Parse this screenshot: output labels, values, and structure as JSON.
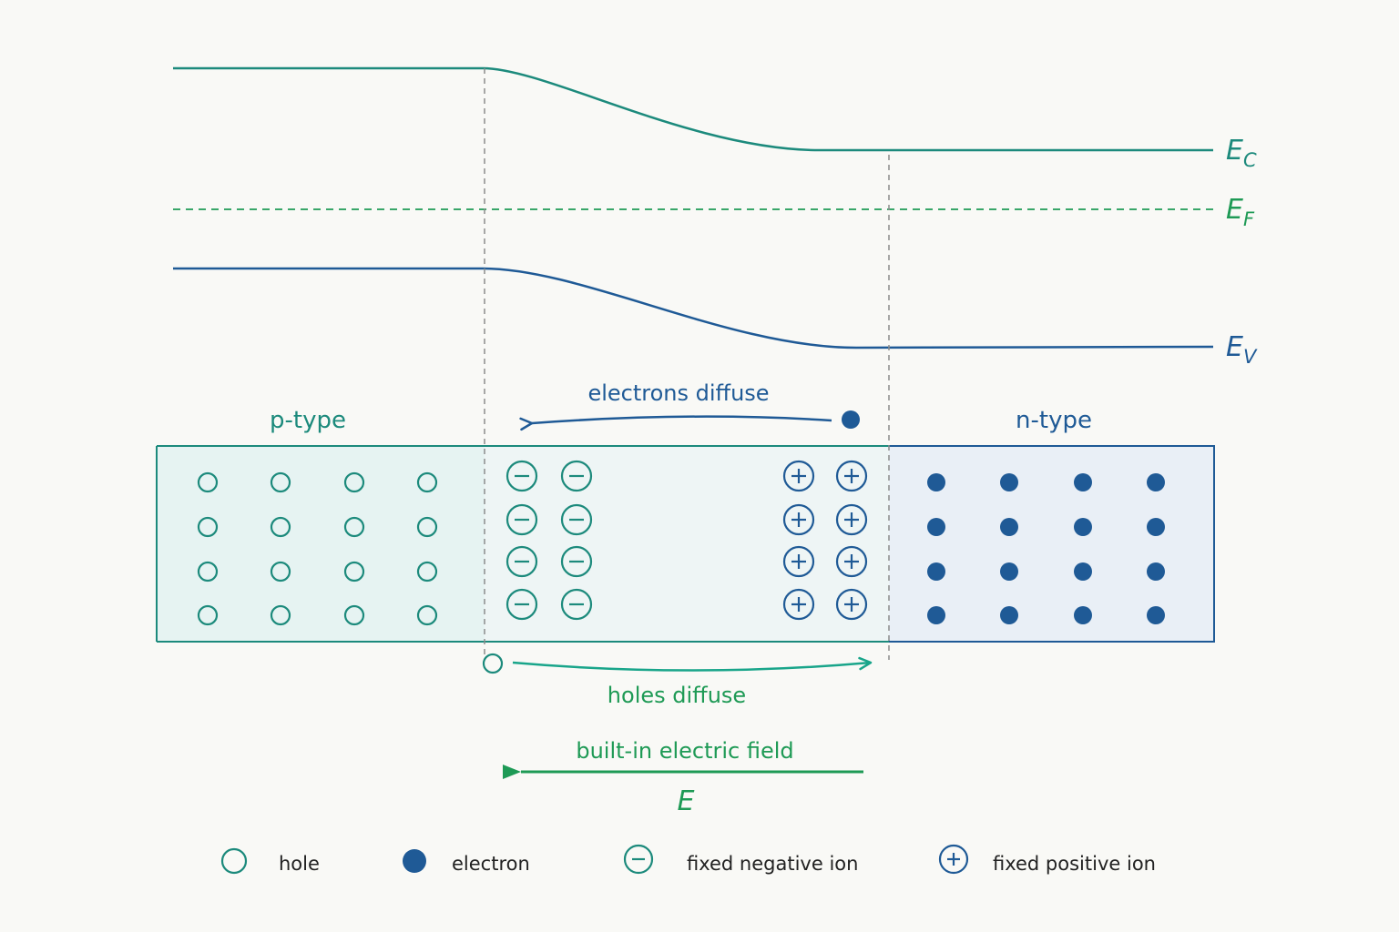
{
  "colors": {
    "background": "#f9f9f6",
    "teal": "#1c8a7c",
    "blue": "#1f5a96",
    "green": "#1e9a55",
    "arrow_holes": "#19a58a",
    "dashed": "#8c8c8c",
    "p_region_fill": "#e6f3f2",
    "depletion_fill": "#eef5f5",
    "n_region_fill": "#e9eff6"
  },
  "bands": {
    "conduction": {
      "symbol": "E",
      "subscript": "C"
    },
    "fermi": {
      "symbol": "E",
      "subscript": "F"
    },
    "valence": {
      "symbol": "E",
      "subscript": "V"
    }
  },
  "regions": {
    "p_label": "p-type",
    "n_label": "n-type",
    "p_holes": {
      "rows": 4,
      "cols": 4
    },
    "negative_ions": {
      "rows": 4,
      "cols": 2
    },
    "positive_ions": {
      "rows": 4,
      "cols": 2
    },
    "n_electrons": {
      "rows": 4,
      "cols": 4
    }
  },
  "arrows": {
    "electrons_diffuse": "electrons diffuse",
    "holes_diffuse": "holes diffuse",
    "field_label": "built-in electric field",
    "field_symbol": "E"
  },
  "legend": {
    "hole": "hole",
    "electron": "electron",
    "negative_ion": "fixed negative ion",
    "positive_ion": "fixed positive ion"
  },
  "icons": {
    "hole": "hollow-circle-icon",
    "electron": "filled-circle-icon",
    "negative_ion": "minus-circle-icon",
    "positive_ion": "plus-circle-icon"
  }
}
